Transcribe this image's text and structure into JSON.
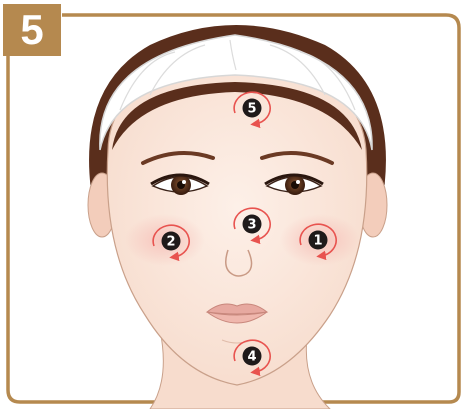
{
  "step": {
    "number": "5"
  },
  "markers": [
    {
      "id": "forehead",
      "label": "5"
    },
    {
      "id": "nose-bridge",
      "label": "3"
    },
    {
      "id": "left-cheek",
      "label": "1"
    },
    {
      "id": "right-cheek",
      "label": "2"
    },
    {
      "id": "chin",
      "label": "4"
    }
  ],
  "colors": {
    "frame": "#b5894f",
    "marker_ring": "#e8534f",
    "marker_fill": "#1f1a1a",
    "skin": "#fbe8dd",
    "hair": "#5a2e1c",
    "headband": "#ffffff"
  }
}
